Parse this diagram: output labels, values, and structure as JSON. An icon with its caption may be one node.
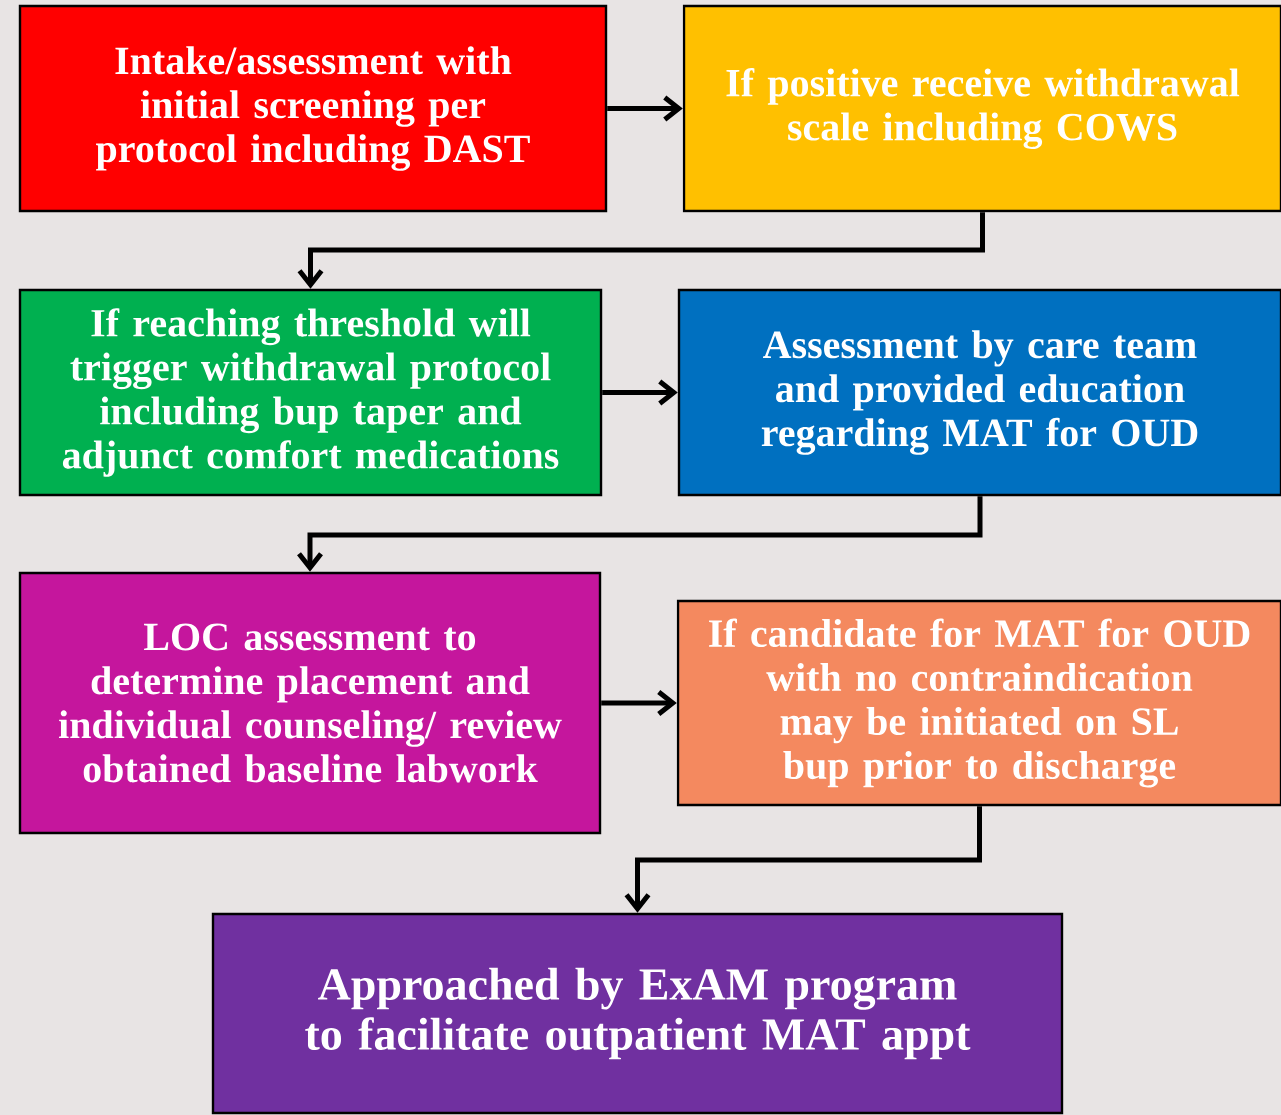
{
  "diagram": {
    "nodes": [
      {
        "text": [
          "Intake/assessment with initial screening per protocol including DAST"
        ]
      },
      {
        "text": [
          "If positive receive withdrawal scale including COWS"
        ]
      },
      {
        "text": [
          "If reaching threshold will trigger withdrawal protocol including bup taper and adjunct comfort medications"
        ]
      },
      {
        "text": [
          "Assessment by care team and provided education regarding MAT for OUD"
        ]
      },
      {
        "text": [
          "LOC assessment to determine placement and individual counseling/ review obtained baseline labwork"
        ]
      },
      {
        "text": [
          "If candidate for MAT for OUD with no contraindication may be initiated on SL bup prior to discharge"
        ]
      },
      {
        "text": [
          "Approached by ExAM program to facilitate outpatient MAT appt"
        ]
      }
    ],
    "edges": [
      {
        "from": 0,
        "to": 1,
        "arrow": "to"
      },
      {
        "from": 1,
        "to": 2,
        "arrow": "to"
      },
      {
        "from": 2,
        "to": 3,
        "arrow": "to"
      },
      {
        "from": 3,
        "to": 4,
        "arrow": "to"
      },
      {
        "from": 4,
        "to": 5,
        "arrow": "to"
      },
      {
        "from": 5,
        "to": 6,
        "arrow": "to"
      }
    ]
  }
}
